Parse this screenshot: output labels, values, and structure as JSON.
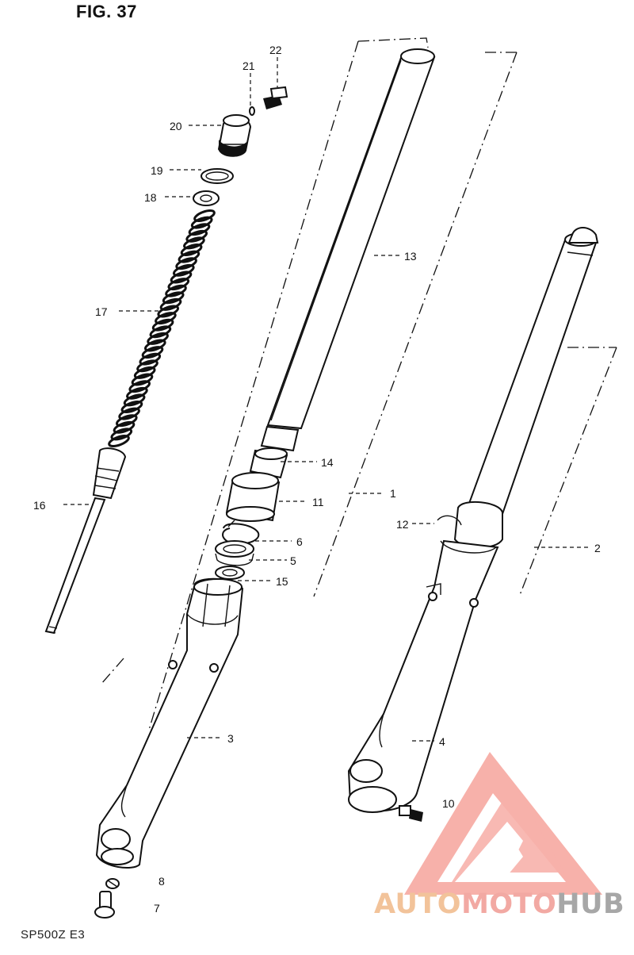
{
  "figure": {
    "title": "FIG. 37",
    "model_code": "SP500Z E3"
  },
  "callouts": [
    {
      "id": "1",
      "text": "1"
    },
    {
      "id": "2",
      "text": "2"
    },
    {
      "id": "3",
      "text": "3"
    },
    {
      "id": "4",
      "text": "4"
    },
    {
      "id": "5",
      "text": "5"
    },
    {
      "id": "6",
      "text": "6"
    },
    {
      "id": "7",
      "text": "7"
    },
    {
      "id": "8",
      "text": "8"
    },
    {
      "id": "10",
      "text": "10"
    },
    {
      "id": "11",
      "text": "11"
    },
    {
      "id": "12",
      "text": "12"
    },
    {
      "id": "13",
      "text": "13"
    },
    {
      "id": "14",
      "text": "14"
    },
    {
      "id": "15",
      "text": "15"
    },
    {
      "id": "16",
      "text": "16"
    },
    {
      "id": "17",
      "text": "17"
    },
    {
      "id": "18",
      "text": "18"
    },
    {
      "id": "19",
      "text": "19"
    },
    {
      "id": "20",
      "text": "20"
    },
    {
      "id": "21",
      "text": "21"
    },
    {
      "id": "22",
      "text": "22"
    }
  ],
  "watermark": {
    "part1": "AUTO",
    "part2": "MOTO",
    "part3": "HUB",
    "colors": {
      "auto": "#f2c39a",
      "moto": "#f2a9a3",
      "hub": "#a7a7a7",
      "logo": "#f39b94"
    }
  }
}
